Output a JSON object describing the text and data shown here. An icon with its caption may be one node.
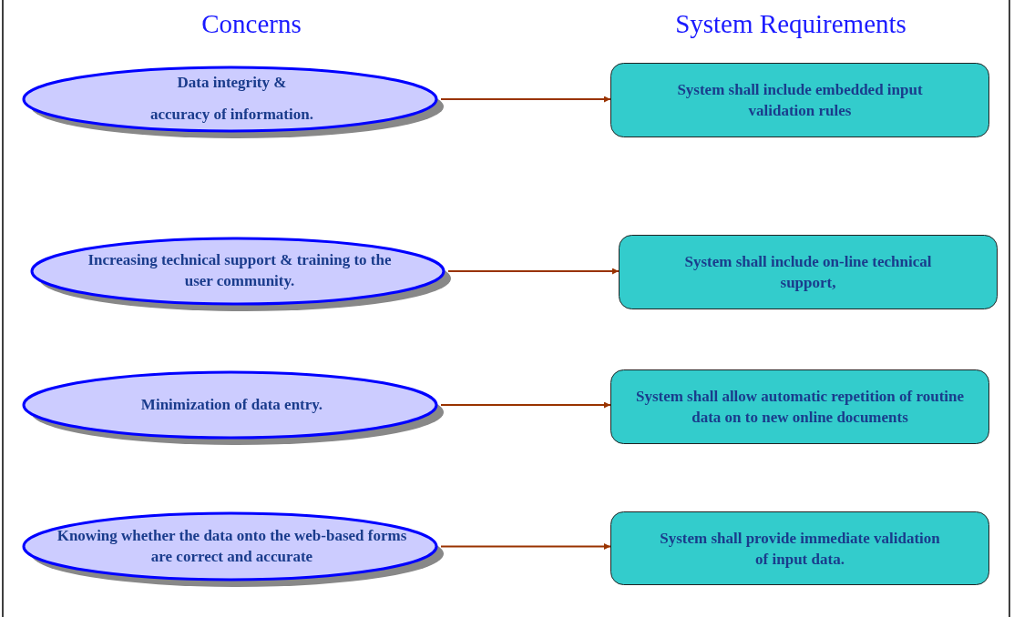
{
  "diagram": {
    "nodes": [
      {
        "text": [
          "Data integrity &",
          "accuracy of information."
        ]
      },
      {
        "text": [
          "System shall include embedded input validation rules"
        ]
      },
      {
        "text": [
          "Increasing technical support & training to the user community."
        ]
      },
      {
        "text": [
          "System shall include on-line technical support,"
        ]
      },
      {
        "text": [
          "Minimization of data entry."
        ]
      },
      {
        "text": [
          "System shall allow automatic repetition of routine data on to new online documents"
        ]
      },
      {
        "text": [
          "Knowing whether the data onto the web-based forms are correct and accurate"
        ]
      },
      {
        "text": [
          "System shall provide immediate validation of input data."
        ]
      }
    ],
    "edges": [
      {
        "from": 0,
        "to": 1,
        "arrow": "to"
      },
      {
        "from": 2,
        "to": 3,
        "arrow": "to"
      },
      {
        "from": 4,
        "to": 5,
        "arrow": "to"
      },
      {
        "from": 6,
        "to": 7,
        "arrow": "to"
      }
    ],
    "labels": [
      "Concerns",
      "System Requirements"
    ]
  }
}
